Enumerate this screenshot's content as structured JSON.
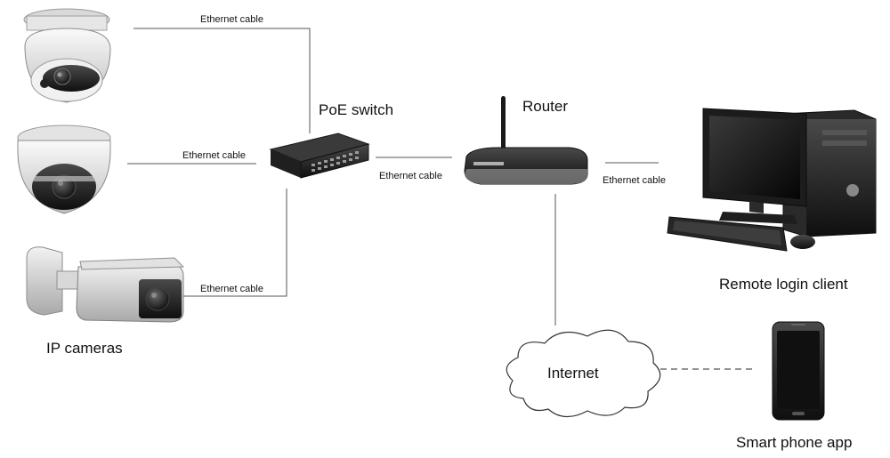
{
  "labels": {
    "cable_top": "Ethernet cable",
    "cable_mid": "Ethernet cable",
    "cable_bottom": "Ethernet cable",
    "cable_switch_router": "Ethernet cable",
    "cable_router_pc": "Ethernet cable",
    "poe_switch": "PoE switch",
    "router": "Router",
    "ip_cameras": "IP cameras",
    "remote_client": "Remote login client",
    "internet": "Internet",
    "smartphone": "Smart phone app"
  },
  "icons": {
    "camera_top": "turret-camera-icon",
    "camera_mid": "dome-camera-icon",
    "camera_bottom": "bullet-camera-icon",
    "switch": "poe-switch-icon",
    "router": "wifi-router-icon",
    "computer": "desktop-computer-icon",
    "phone": "smartphone-icon",
    "cloud": "cloud-icon"
  }
}
